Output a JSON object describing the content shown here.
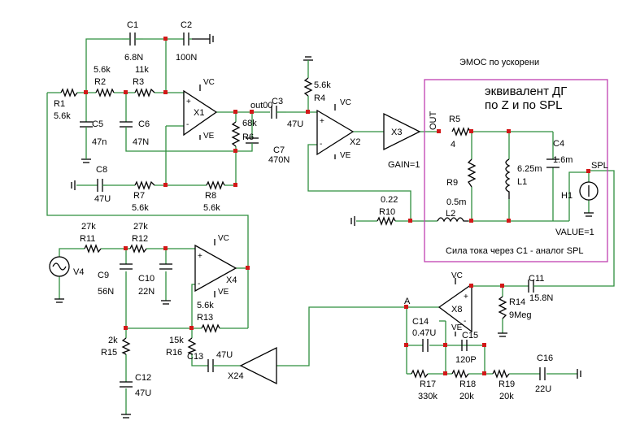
{
  "notes": {
    "emos": "ЭМОС по ускорени",
    "equiv_line1": "эквивалент ДГ",
    "equiv_line2": "по Z и по SPL",
    "current_note": "Сила тока через С1 - аналог SPL"
  },
  "nets": {
    "out00": "out00",
    "out": "OUT",
    "spl": "SPL",
    "a": "A"
  },
  "opamp_pins": {
    "vc": "VC",
    "ve": "VE",
    "plus": "+",
    "minus": "-"
  },
  "components": {
    "C1": {
      "name": "C1",
      "value": "6.8N"
    },
    "C2": {
      "name": "C2",
      "value": "100N"
    },
    "R1": {
      "name": "R1",
      "value": "5.6k"
    },
    "R2": {
      "name": "R2",
      "value": "5.6k"
    },
    "R3": {
      "name": "R3",
      "value": "11k"
    },
    "C5": {
      "name": "C5",
      "value": "47n"
    },
    "C6": {
      "name": "C6",
      "value": "47N"
    },
    "X1": {
      "name": "X1"
    },
    "R6": {
      "name": "R6",
      "value": "68k"
    },
    "C7": {
      "name": "C7",
      "value": "470N"
    },
    "C8": {
      "name": "C8",
      "value": "47U"
    },
    "R7": {
      "name": "R7",
      "value": "5.6k"
    },
    "R8": {
      "name": "R8",
      "value": "5.6k"
    },
    "C3": {
      "name": "C3",
      "value": "47U"
    },
    "R4": {
      "name": "R4",
      "value": "5.6k"
    },
    "X2": {
      "name": "X2"
    },
    "X3": {
      "name": "X3",
      "value": "GAIN=1"
    },
    "R5": {
      "name": "R5",
      "value": "4"
    },
    "R9": {
      "name": "R9",
      "value": "0.5m"
    },
    "L1": {
      "name": "L1",
      "value": "6.25m"
    },
    "C4": {
      "name": "C4",
      "value": "1.6m"
    },
    "H1": {
      "name": "H1",
      "value": "VALUE=1"
    },
    "R10": {
      "name": "R10",
      "value": "0.22"
    },
    "L2": {
      "name": "L2"
    },
    "R11": {
      "name": "R11",
      "value": "27k"
    },
    "R12": {
      "name": "R12",
      "value": "27k"
    },
    "V4": {
      "name": "V4"
    },
    "C9": {
      "name": "C9",
      "value": "56N"
    },
    "C10": {
      "name": "C10",
      "value": "22N"
    },
    "X4": {
      "name": "X4"
    },
    "R13": {
      "name": "R13",
      "value": "5.6k"
    },
    "R15": {
      "name": "R15",
      "value": "2k"
    },
    "C12": {
      "name": "C12",
      "value": "47U"
    },
    "R16": {
      "name": "R16",
      "value": "15k"
    },
    "C13": {
      "name": "C13",
      "value": "47U"
    },
    "X24": {
      "name": "X24"
    },
    "C14": {
      "name": "C14",
      "value": "0.47U"
    },
    "C15": {
      "name": "C15",
      "value": "120P"
    },
    "X8": {
      "name": "X8"
    },
    "C11": {
      "name": "C11",
      "value": "15.8N"
    },
    "R14": {
      "name": "R14",
      "value": "9Meg"
    },
    "R17": {
      "name": "R17",
      "value": "330k"
    },
    "R18": {
      "name": "R18",
      "value": "20k"
    },
    "R19": {
      "name": "R19",
      "value": "20k"
    },
    "C16": {
      "name": "C16",
      "value": "22U"
    }
  }
}
